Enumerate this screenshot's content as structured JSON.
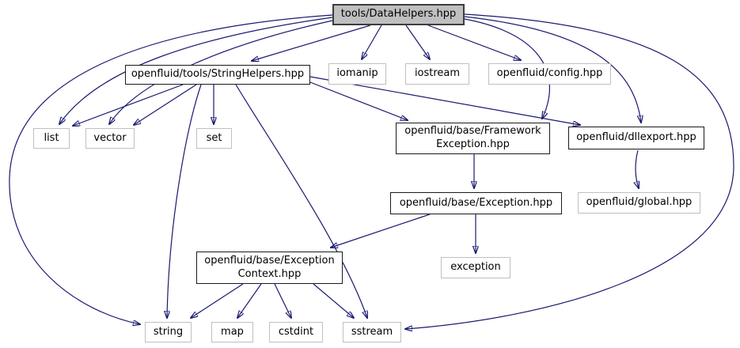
{
  "diagram": {
    "kind": "doxygen-include-dependency-graph",
    "colors": {
      "edge": "#191970",
      "main_node_fill": "#bfbfbf",
      "documented_node_border": "#1a1a1a",
      "system_node_border": "#c0c0c0",
      "background": "#ffffff"
    },
    "nodes": {
      "dh": {
        "label": "tools/DataHelpers.hpp",
        "type": "main"
      },
      "sh": {
        "label": "openfluid/tools/StringHelpers.hpp",
        "type": "documented"
      },
      "iomanip": {
        "label": "iomanip",
        "type": "system"
      },
      "iostream": {
        "label": "iostream",
        "type": "system"
      },
      "config": {
        "label": "openfluid/config.hpp",
        "type": "system"
      },
      "list": {
        "label": "list",
        "type": "system"
      },
      "vector": {
        "label": "vector",
        "type": "system"
      },
      "set": {
        "label": "set",
        "type": "system"
      },
      "fe": {
        "label": "openfluid/base/FrameworkException.hpp",
        "line1": "openfluid/base/Framework",
        "line2": "Exception.hpp",
        "type": "documented"
      },
      "dll": {
        "label": "openfluid/dllexport.hpp",
        "type": "documented"
      },
      "ex": {
        "label": "openfluid/base/Exception.hpp",
        "type": "documented"
      },
      "global": {
        "label": "openfluid/global.hpp",
        "type": "system"
      },
      "ec": {
        "label": "openfluid/base/ExceptionContext.hpp",
        "line1": "openfluid/base/Exception",
        "line2": "Context.hpp",
        "type": "documented"
      },
      "exc": {
        "label": "exception",
        "type": "system"
      },
      "string": {
        "label": "string",
        "type": "system"
      },
      "map": {
        "label": "map",
        "type": "system"
      },
      "cstdint": {
        "label": "cstdint",
        "type": "system"
      },
      "sstream": {
        "label": "sstream",
        "type": "system"
      }
    },
    "edges": [
      {
        "from": "tools/DataHelpers.hpp",
        "to": "openfluid/tools/StringHelpers.hpp"
      },
      {
        "from": "tools/DataHelpers.hpp",
        "to": "iomanip"
      },
      {
        "from": "tools/DataHelpers.hpp",
        "to": "iostream"
      },
      {
        "from": "tools/DataHelpers.hpp",
        "to": "openfluid/config.hpp"
      },
      {
        "from": "tools/DataHelpers.hpp",
        "to": "list"
      },
      {
        "from": "tools/DataHelpers.hpp",
        "to": "vector"
      },
      {
        "from": "tools/DataHelpers.hpp",
        "to": "string"
      },
      {
        "from": "tools/DataHelpers.hpp",
        "to": "openfluid/base/FrameworkException.hpp"
      },
      {
        "from": "tools/DataHelpers.hpp",
        "to": "openfluid/dllexport.hpp"
      },
      {
        "from": "tools/DataHelpers.hpp",
        "to": "sstream"
      },
      {
        "from": "openfluid/tools/StringHelpers.hpp",
        "to": "list"
      },
      {
        "from": "openfluid/tools/StringHelpers.hpp",
        "to": "vector"
      },
      {
        "from": "openfluid/tools/StringHelpers.hpp",
        "to": "set"
      },
      {
        "from": "openfluid/tools/StringHelpers.hpp",
        "to": "string"
      },
      {
        "from": "openfluid/tools/StringHelpers.hpp",
        "to": "sstream"
      },
      {
        "from": "openfluid/tools/StringHelpers.hpp",
        "to": "openfluid/base/FrameworkException.hpp"
      },
      {
        "from": "openfluid/tools/StringHelpers.hpp",
        "to": "openfluid/dllexport.hpp"
      },
      {
        "from": "openfluid/base/FrameworkException.hpp",
        "to": "openfluid/base/Exception.hpp"
      },
      {
        "from": "openfluid/dllexport.hpp",
        "to": "openfluid/global.hpp"
      },
      {
        "from": "openfluid/base/Exception.hpp",
        "to": "openfluid/base/ExceptionContext.hpp"
      },
      {
        "from": "openfluid/base/Exception.hpp",
        "to": "exception"
      },
      {
        "from": "openfluid/base/ExceptionContext.hpp",
        "to": "string"
      },
      {
        "from": "openfluid/base/ExceptionContext.hpp",
        "to": "map"
      },
      {
        "from": "openfluid/base/ExceptionContext.hpp",
        "to": "cstdint"
      },
      {
        "from": "openfluid/base/ExceptionContext.hpp",
        "to": "sstream"
      }
    ]
  }
}
